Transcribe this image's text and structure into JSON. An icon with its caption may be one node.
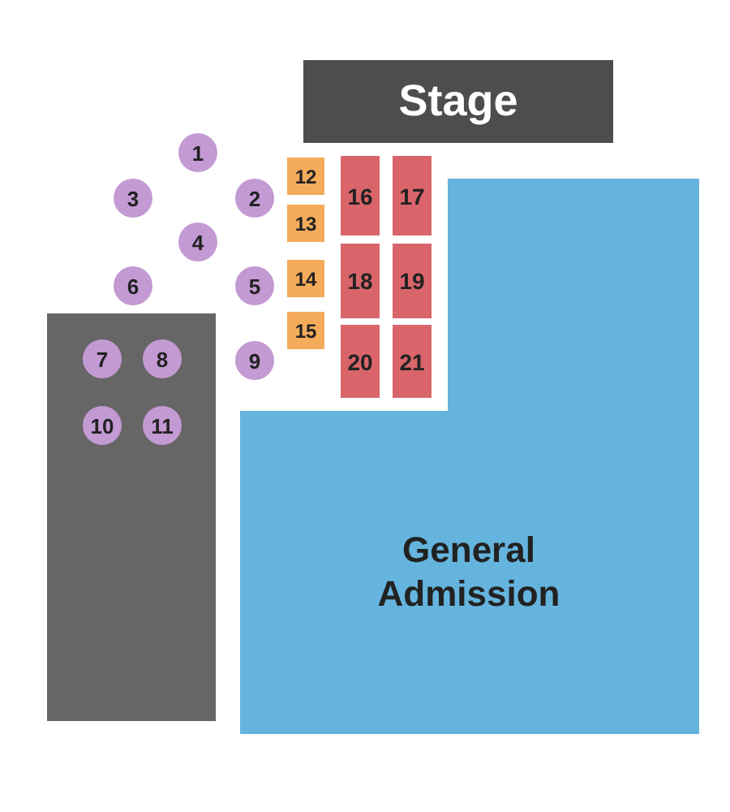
{
  "diagram": {
    "nodes": [
      {
        "text": [
          "Stage"
        ]
      },
      {
        "text": [
          "1"
        ]
      },
      {
        "text": [
          "12"
        ]
      },
      {
        "text": [
          "16"
        ]
      },
      {
        "text": [
          "17"
        ]
      },
      {
        "text": [
          "3"
        ]
      },
      {
        "text": [
          "2"
        ]
      },
      {
        "text": [
          "13"
        ]
      },
      {
        "text": [
          "4"
        ]
      },
      {
        "text": [
          "14"
        ]
      },
      {
        "text": [
          "18"
        ]
      },
      {
        "text": [
          "19"
        ]
      },
      {
        "text": [
          "6"
        ]
      },
      {
        "text": [
          "5"
        ]
      },
      {
        "text": [
          "15"
        ]
      },
      {
        "text": [],
        "shape": "box"
      },
      {
        "text": [
          "7"
        ],
        "in": 15
      },
      {
        "text": [
          "8"
        ],
        "in": 15
      },
      {
        "text": [
          "9"
        ]
      },
      {
        "text": [
          "20"
        ]
      },
      {
        "text": [
          "21"
        ]
      },
      {
        "text": [
          "10"
        ],
        "in": 15
      },
      {
        "text": [
          "11"
        ],
        "in": 15
      },
      {
        "text": [
          "General Admission"
        ]
      }
    ]
  }
}
